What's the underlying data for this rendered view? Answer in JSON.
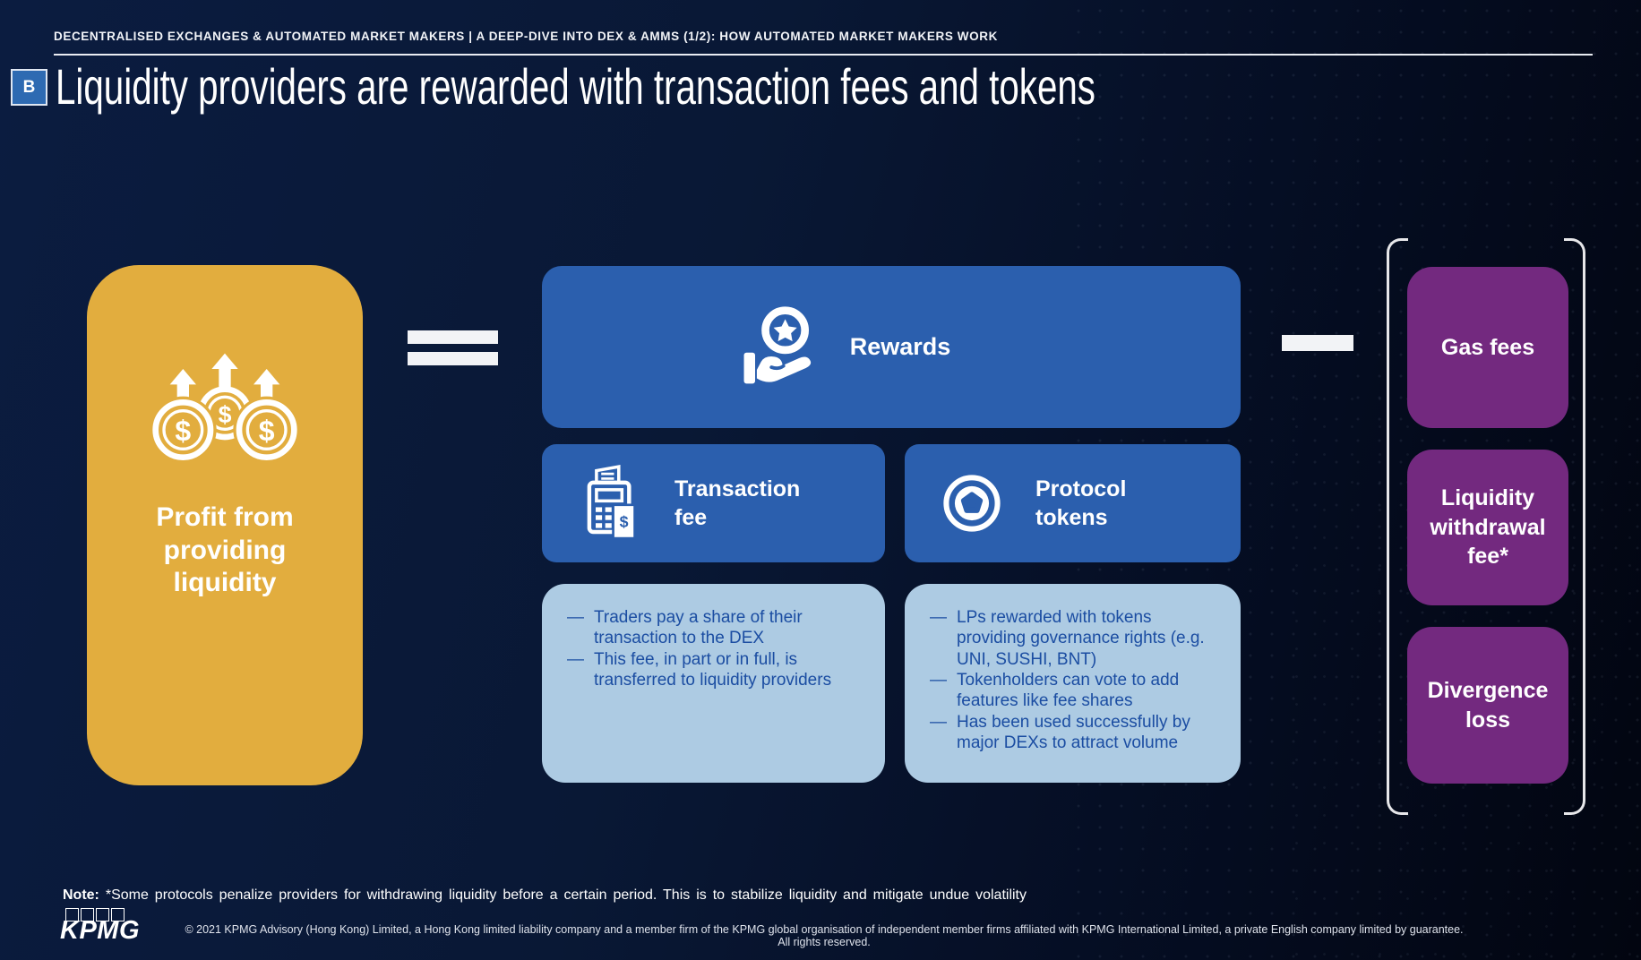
{
  "header": {
    "kicker": "DECENTRALISED EXCHANGES & AUTOMATED MARKET MAKERS | A DEEP-DIVE INTO DEX & AMMS (1/2): HOW AUTOMATED MARKET MAKERS WORK",
    "section_badge": "B",
    "title": "Liquidity providers are rewarded with transaction fees and tokens"
  },
  "diagram": {
    "profit_box": {
      "label": "Profit from providing liquidity",
      "icon": "coins-rising-icon",
      "color": "#e2ad3e"
    },
    "equals_operator": "=",
    "minus_operator": "−",
    "rewards_box": {
      "label": "Rewards",
      "icon": "hand-medal-icon",
      "color": "#2b5fae"
    },
    "reward_types": [
      {
        "label": "Transaction fee",
        "icon": "pos-terminal-icon",
        "details": [
          "Traders pay a share of their transaction to the DEX",
          "This fee, in part or in full, is transferred to liquidity providers"
        ]
      },
      {
        "label": "Protocol tokens",
        "icon": "token-coin-icon",
        "details": [
          "LPs rewarded with tokens providing governance rights (e.g. UNI, SUSHI, BNT)",
          "Tokenholders can vote to add features like fee shares",
          "Has been used successfully by major DEXs to attract volume"
        ]
      }
    ],
    "cost_boxes": [
      {
        "label": "Gas fees",
        "color": "#73297f"
      },
      {
        "label": "Liquidity withdrawal fee*",
        "color": "#73297f"
      },
      {
        "label": "Divergence loss",
        "color": "#73297f"
      }
    ],
    "colors": {
      "background": "#081735",
      "accent_orange": "#e2ad3e",
      "accent_blue": "#2b5fae",
      "light_blue": "#adcbe3",
      "purple": "#73297f",
      "detail_text": "#1b4da2"
    }
  },
  "footer": {
    "note_label": "Note:",
    "note_text": " *Some protocols penalize providers for withdrawing liquidity before a certain period. This is to stabilize liquidity and mitigate undue volatility",
    "logo": "KPMG",
    "copyright": "© 2021 KPMG Advisory (Hong Kong) Limited, a Hong Kong limited liability company and a member firm of the KPMG global organisation of independent member firms affiliated with KPMG International Limited, a private English company limited by guarantee. All rights reserved."
  }
}
